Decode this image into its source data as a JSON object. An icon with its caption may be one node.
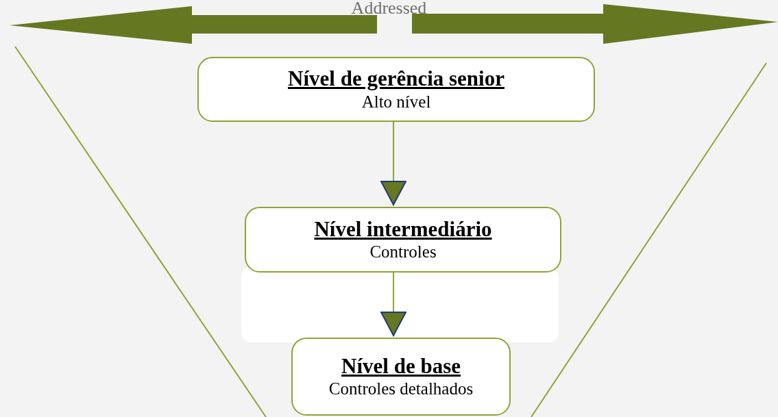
{
  "diagram": {
    "nodes": [
      {
        "text": [
          "Nível de gerência senior",
          "Alto nível"
        ]
      },
      {
        "text": [
          "Nível intermediário",
          "Controles"
        ]
      },
      {
        "text": [
          "Nível de base",
          "Controles detalhados"
        ]
      }
    ],
    "edges": [
      {
        "from": 0,
        "to": 1,
        "arrow": "to"
      },
      {
        "from": 1,
        "to": 2,
        "arrow": "to"
      }
    ],
    "labels": [
      "Addressed"
    ]
  }
}
